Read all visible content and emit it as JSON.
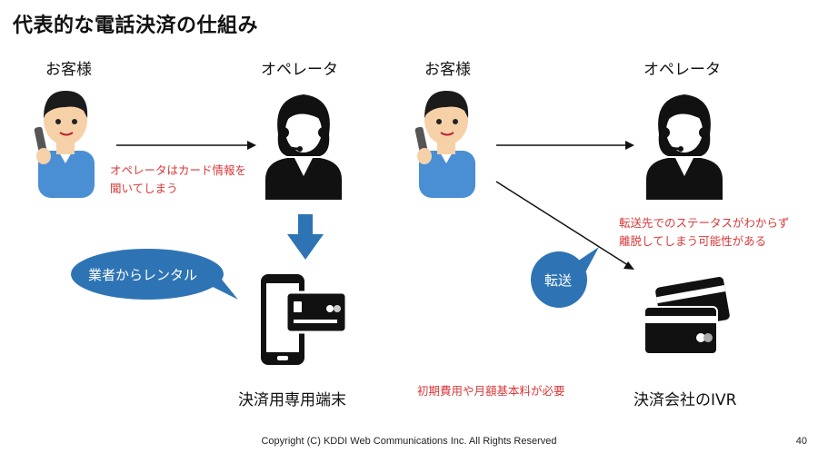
{
  "title": "代表的な電話決済の仕組み",
  "left": {
    "customer_label": "お客様",
    "operator_label": "オペレータ",
    "warning": [
      "オペレータはカード情報を",
      "聞いてしまう"
    ],
    "bubble": "業者からレンタル",
    "device_label": "決済用専用端末"
  },
  "right": {
    "customer_label": "お客様",
    "operator_label": "オペレータ",
    "warning": [
      "転送先でのステータスがわからず",
      "離脱してしまう可能性がある"
    ],
    "bubble": "転送",
    "cost_note": "初期費用や月額基本料が必要",
    "ivr_label": "決済会社のIVR"
  },
  "footer": "Copyright (C) KDDI Web Communications Inc. All Rights Reserved",
  "page_number": "40",
  "colors": {
    "accent_blue": "#2e74b5",
    "warning_red": "#d83a3a",
    "shirt_blue": "#4a8fd4"
  }
}
